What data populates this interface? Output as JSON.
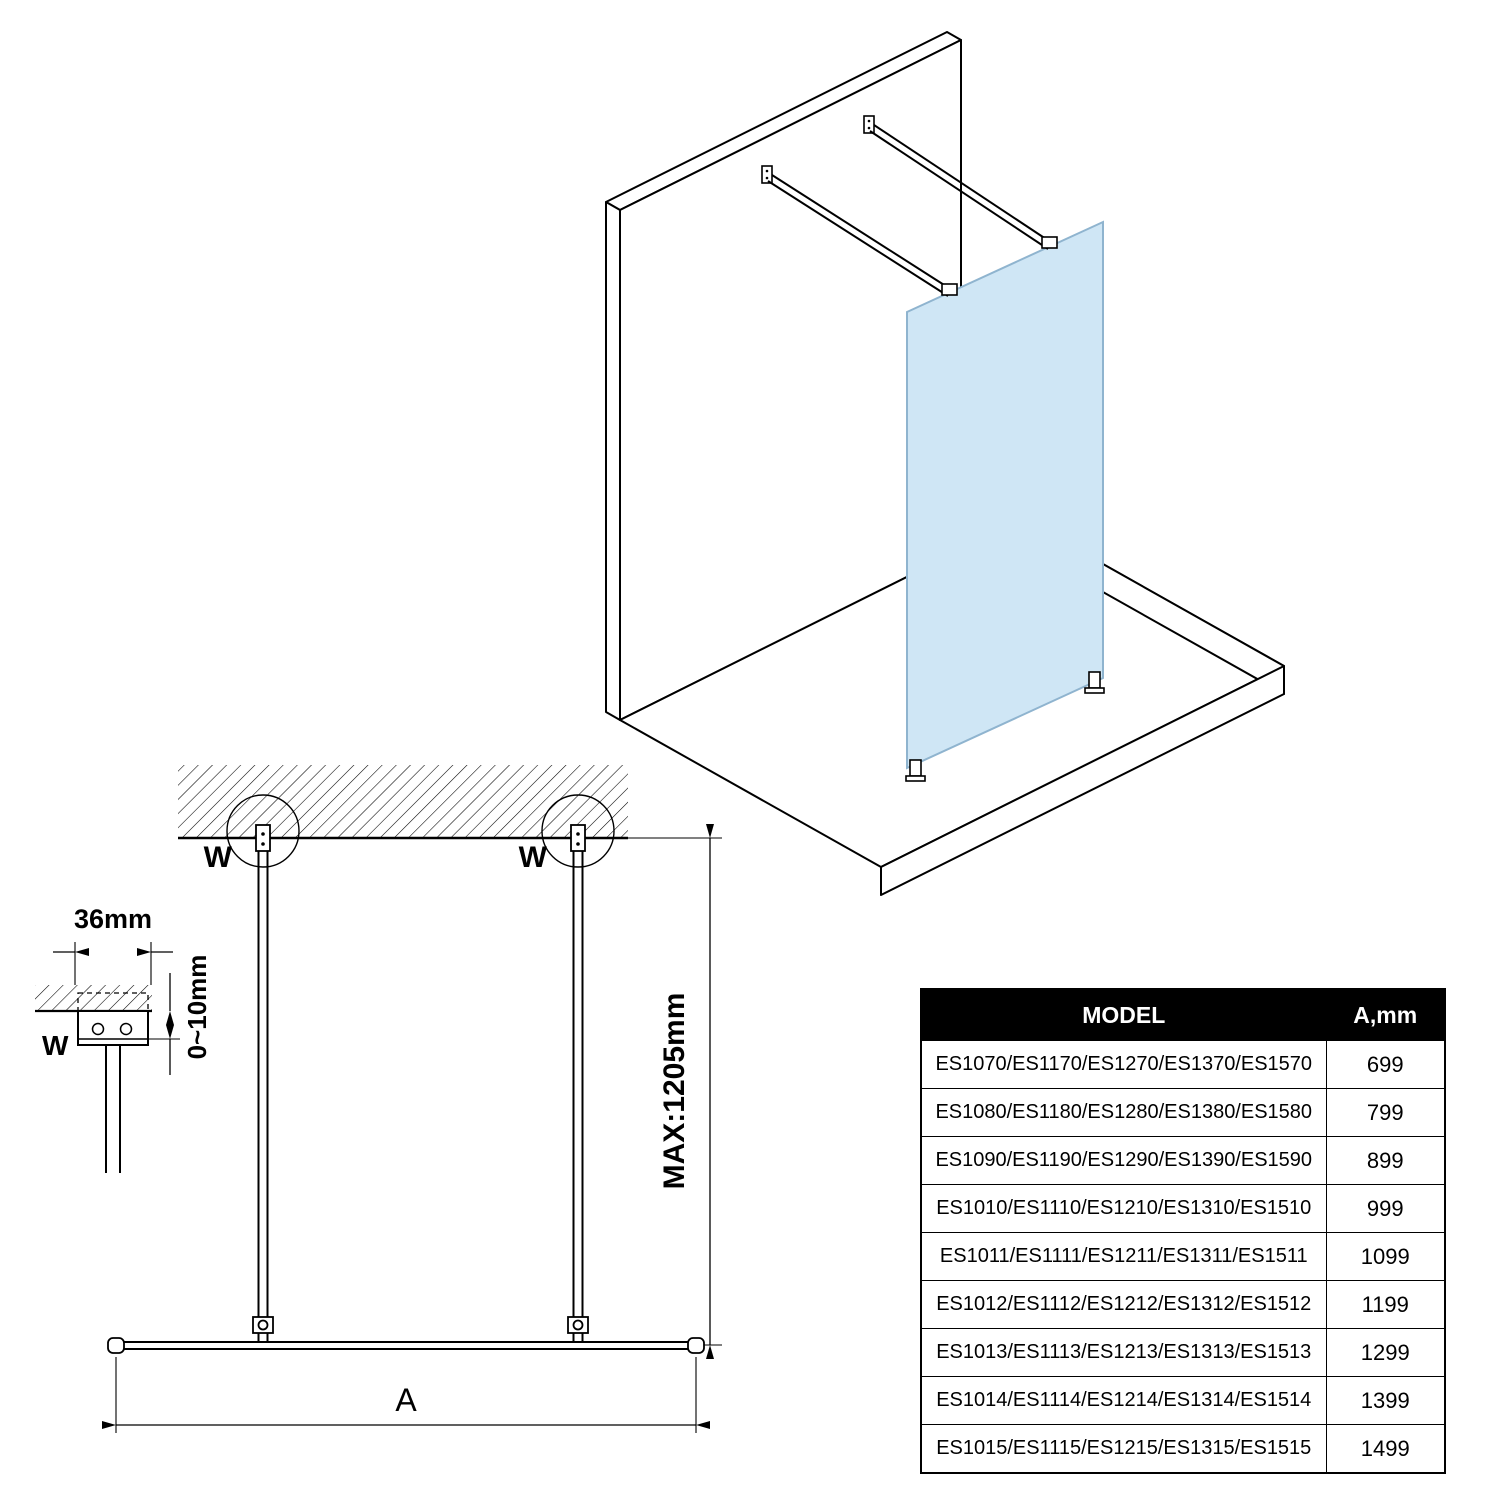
{
  "labels": {
    "w_left": "W",
    "w_right": "W",
    "w_detail": "W",
    "dim_36": "36mm",
    "dim_gap": "0~10mm",
    "dim_max": "MAX:1205mm",
    "dim_a": "A"
  },
  "table": {
    "header": {
      "model": "MODEL",
      "a": "A,mm"
    },
    "rows": [
      {
        "model": "ES1070/ES1170/ES1270/ES1370/ES1570",
        "a": "699"
      },
      {
        "model": "ES1080/ES1180/ES1280/ES1380/ES1580",
        "a": "799"
      },
      {
        "model": "ES1090/ES1190/ES1290/ES1390/ES1590",
        "a": "899"
      },
      {
        "model": "ES1010/ES1110/ES1210/ES1310/ES1510",
        "a": "999"
      },
      {
        "model": "ES1011/ES1111/ES1211/ES1311/ES1511",
        "a": "1099"
      },
      {
        "model": "ES1012/ES1112/ES1212/ES1312/ES1512",
        "a": "1199"
      },
      {
        "model": "ES1013/ES1113/ES1213/ES1313/ES1513",
        "a": "1299"
      },
      {
        "model": "ES1014/ES1114/ES1214/ES1314/ES1514",
        "a": "1399"
      },
      {
        "model": "ES1015/ES1115/ES1215/ES1315/ES1515",
        "a": "1499"
      }
    ]
  },
  "colors": {
    "glass_fill": "#cfe6f5",
    "glass_stroke": "#8fb4cf",
    "line": "#000000",
    "header_bg": "#000000",
    "header_text": "#ffffff"
  }
}
